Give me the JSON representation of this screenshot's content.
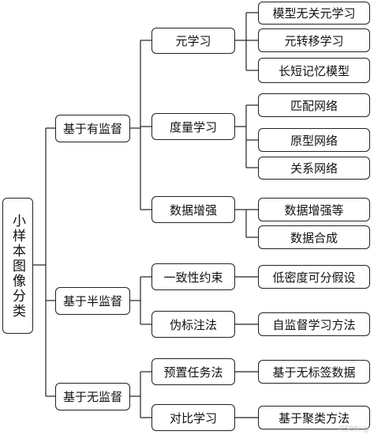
{
  "root": {
    "label": "小样本图像分类"
  },
  "categories": [
    {
      "label": "基于有监督",
      "methods": [
        {
          "label": "元学习",
          "leaves": [
            "模型无关元学习",
            "元转移学习",
            "长短记忆模型"
          ]
        },
        {
          "label": "度量学习",
          "leaves": [
            "匹配网络",
            "原型网络",
            "关系网络"
          ]
        },
        {
          "label": "数据增强",
          "leaves": [
            "数据增强等",
            "数据合成"
          ]
        }
      ]
    },
    {
      "label": "基于半监督",
      "methods": [
        {
          "label": "一致性约束",
          "leaves": [
            "低密度可分假设"
          ]
        },
        {
          "label": "伪标注法",
          "leaves": [
            "自监督学习方法"
          ]
        }
      ]
    },
    {
      "label": "基于无监督",
      "methods": [
        {
          "label": "预置任务法",
          "leaves": [
            "基于无标签数据"
          ]
        },
        {
          "label": "对比学习",
          "leaves": [
            "基于聚类方法"
          ]
        }
      ]
    }
  ],
  "watermark": "CSDN @"
}
